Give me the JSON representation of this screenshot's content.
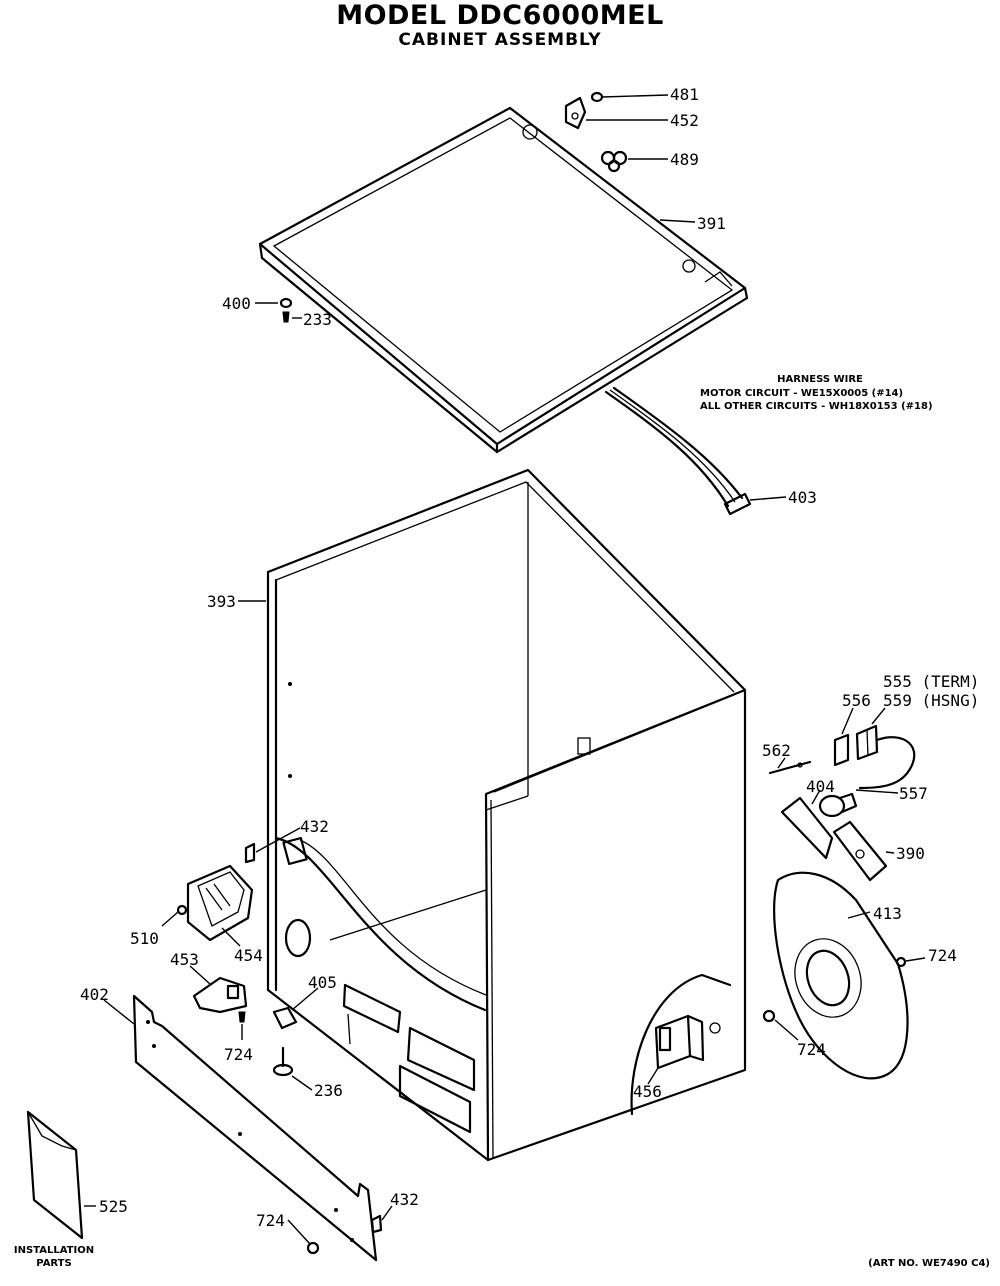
{
  "header": {
    "title": "MODEL DDC6000MEL",
    "subtitle": "CABINET ASSEMBLY"
  },
  "note": {
    "line1": "HARNESS WIRE",
    "line2": "MOTOR CIRCUIT - WE15X0005 (#14)",
    "line3": "ALL OTHER CIRCUITS - WH18X0153 (#18)"
  },
  "callouts": {
    "p481": "481",
    "p452": "452",
    "p489": "489",
    "p391": "391",
    "p400": "400",
    "p233": "233",
    "p403": "403",
    "p393": "393",
    "p555": "555 (TERM)",
    "p559": "559 (HSNG)",
    "p556": "556",
    "p562": "562",
    "p404": "404",
    "p557": "557",
    "p390": "390",
    "p432a": "432",
    "p510": "510",
    "p454": "454",
    "p413": "413",
    "p724a": "724",
    "p453": "453",
    "p402": "402",
    "p405": "405",
    "p724b": "724",
    "p724c": "724",
    "p236": "236",
    "p456": "456",
    "p525": "525",
    "p432b": "432",
    "p724d": "724"
  },
  "install": {
    "line1": "INSTALLATION",
    "line2": "PARTS"
  },
  "art_number": "(ART NO. WE7490 C4)"
}
